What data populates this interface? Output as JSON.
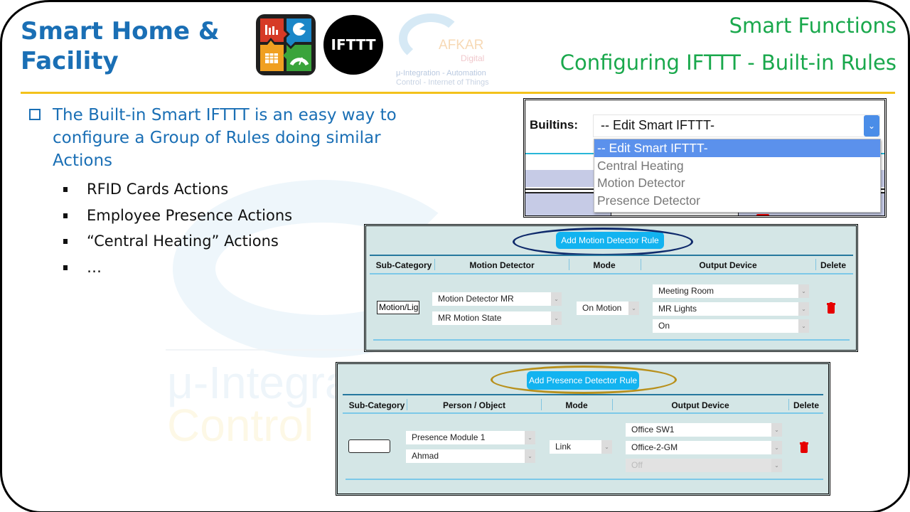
{
  "slide": {
    "title": "Smart Home & Facility",
    "subtitle_top": "Smart Functions",
    "subtitle_main": "Configuring IFTTT - Built-in Rules",
    "accent_color": "#1a6fb5",
    "subtitle_color": "#19a84c",
    "rule_color": "#f3c21b"
  },
  "logos": {
    "ifttt_text": "IFTTT",
    "afkar_name": "AFKAR",
    "afkar_sub": "Digital",
    "afkar_line1": "μ-Integration  -  Automation",
    "afkar_line2": "Control  -  Internet of Things"
  },
  "watermark": {
    "line1": "μ-Integra",
    "line2": "Control"
  },
  "bullets": {
    "main": "The Built-in Smart IFTTT is an easy way to configure a Group of Rules doing similar Actions",
    "items": [
      "RFID Cards Actions",
      "Employee Presence Actions",
      "“Central Heating” Actions",
      "…"
    ]
  },
  "builtins": {
    "label": "Builtins:",
    "selected": "-- Edit Smart IFTTT-",
    "options": [
      "-- Edit Smart IFTTT-",
      "Central Heating",
      "Motion Detector",
      "Presence Detector"
    ],
    "highlighted_index": 0
  },
  "motion_panel": {
    "add_button": "Add Motion Detector Rule",
    "highlight_color": "#0f2a6b",
    "headers": [
      "Sub-Category",
      "Motion Detector",
      "Mode",
      "Output Device",
      "Delete"
    ],
    "row": {
      "sub_category": "Motion/Lig",
      "detector": [
        "Motion Detector MR",
        "MR Motion State"
      ],
      "mode": "On Motion",
      "output": [
        "Meeting Room",
        "MR Lights",
        "On"
      ]
    }
  },
  "presence_panel": {
    "add_button": "Add Presence Detector Rule",
    "highlight_color": "#b8901c",
    "headers": [
      "Sub-Category",
      "Person / Object",
      "Mode",
      "Output Device",
      "Delete"
    ],
    "row": {
      "sub_category": "",
      "person": [
        "Presence Module 1",
        "Ahmad"
      ],
      "mode": "Link",
      "output": [
        "Office SW1",
        "Office-2-GM",
        "Off"
      ],
      "output_disabled_index": 2
    }
  }
}
